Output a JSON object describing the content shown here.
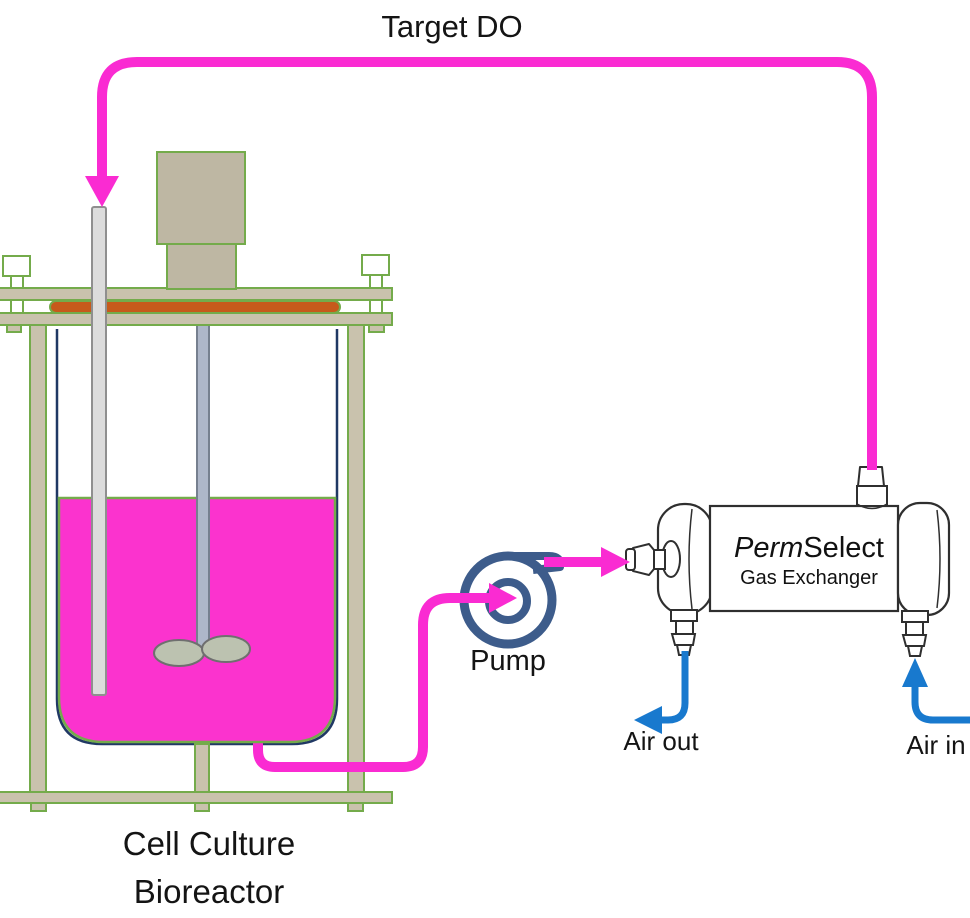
{
  "labels": {
    "target_do": "Target DO",
    "pump": "Pump",
    "bioreactor_line1": "Cell Culture",
    "bioreactor_line2": "Bioreactor",
    "exchanger_brand_italic": "Perm",
    "exchanger_brand_regular": "Select",
    "exchanger_subtitle": "Gas Exchanger",
    "air_out": "Air out",
    "air_in": "Air in"
  },
  "colors": {
    "flow_tube_magenta": "#FA2BD2",
    "liquid_magenta": "#FB33CE",
    "frame_outline_green": "#74AB4B",
    "frame_tan": "#C9C2AD",
    "motor_tan": "#BEB7A3",
    "gasket_orange": "#C65A1B",
    "vessel_glass_navy": "#203864",
    "pump_navy": "#3D5C8B",
    "air_line_blue": "#1879CE",
    "exchanger_outline": "#2F2F2F",
    "text": "#141414"
  },
  "icons": {
    "pump_icon": "centrifugal-pump-volute",
    "flow_arrows": "magenta-flow-arrows",
    "air_arrows": "blue-air-arrows"
  }
}
